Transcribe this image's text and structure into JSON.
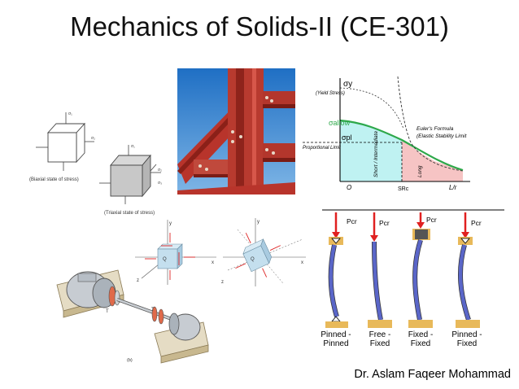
{
  "slide": {
    "title": "Mechanics of Solids-II (CE-301)",
    "author": "Dr. Aslam Faqeer Mohammad"
  },
  "stress_states": {
    "biaxial_caption": "(Biaxial state of stress)",
    "triaxial_caption": "(Triaxial state of stress)",
    "labels": [
      "σ₁",
      "σ₂",
      "σ₃"
    ]
  },
  "column_curve": {
    "y_symbol": "σy",
    "yield_label": "(Yield Stress)",
    "allow_label": "σallow",
    "pl_symbol": "σpl",
    "pl_label": "Proportional Limit",
    "euler_title": "Euler's Formula",
    "euler_sub": "(Elastic Stability Limit",
    "short_label": "Short / Intermediate",
    "long_label": "Long",
    "origin": "O",
    "sr_label": "SRc",
    "x_label": "L/r",
    "colors": {
      "allow": "#2ea84a",
      "short": "#bff2f2",
      "long": "#f6c4c4"
    }
  },
  "stress_element": {
    "axis_labels": [
      "y",
      "x",
      "z"
    ],
    "point_label": "Q"
  },
  "shaft": {
    "labels": [
      "T",
      "T",
      "(b)"
    ]
  },
  "columns": {
    "load_label": "Pcr",
    "items": [
      {
        "line1": "Pinned -",
        "line2": "Pinned"
      },
      {
        "line1": "Free -",
        "line2": "Fixed"
      },
      {
        "line1": "Fixed -",
        "line2": "Fixed"
      },
      {
        "line1": "Pinned -",
        "line2": "Fixed"
      }
    ],
    "colors": {
      "load": "#e02020",
      "column": "#4b57b8",
      "support": "#e8b95a"
    }
  }
}
